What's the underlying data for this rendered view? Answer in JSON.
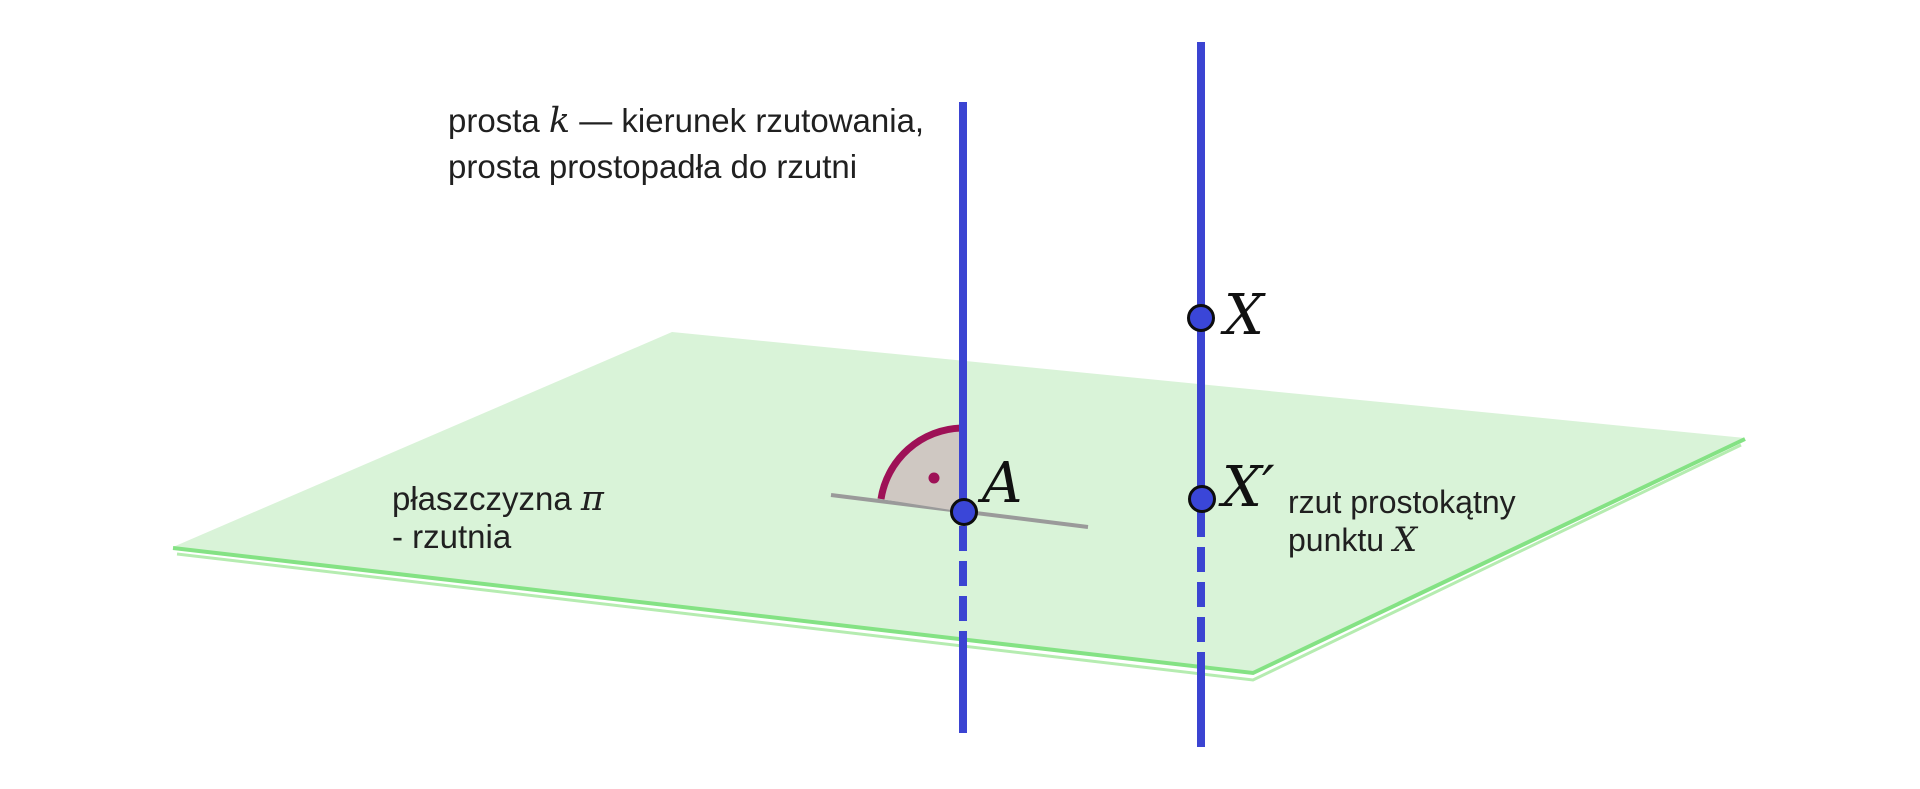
{
  "description_top": {
    "line1_prefix": "prosta ",
    "line1_var": "k",
    "line1_suffix": " — kierunek rzutowania,",
    "line2": "prosta prostopadła do rzutni"
  },
  "plane_label": {
    "line1_prefix": "płaszczyzna ",
    "line1_var": "π",
    "line2": "- rzutnia"
  },
  "points": {
    "a": "A",
    "x": "X",
    "x_prime": "X′"
  },
  "xprime_caption": {
    "line1": "rzut prostokątny",
    "line2_prefix": "punktu ",
    "line2_var": "X"
  },
  "colors": {
    "line_blue": "#3b44d2",
    "point_fill": "#3a46d8",
    "point_stroke": "#0d0d0d",
    "plane_fill": "#d9f3d8",
    "plane_edge": "#84e284",
    "plane_edge_light": "#b5ecb0",
    "angle_arc": "#9e1157",
    "angle_fill": "#cfc8c2",
    "segment_gray": "#9a9a9a",
    "text": "#202020"
  }
}
